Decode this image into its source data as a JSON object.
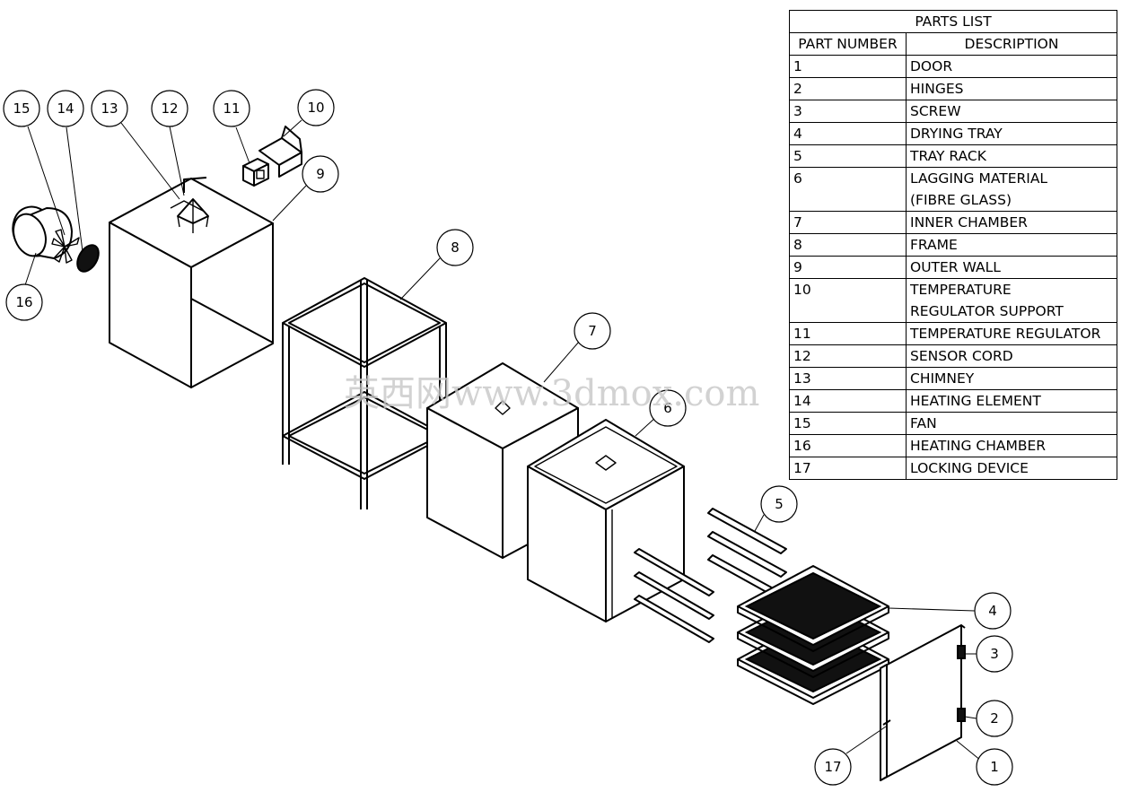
{
  "parts_list": {
    "title": "PARTS LIST",
    "headers": [
      "PART NUMBER",
      "DESCRIPTION"
    ],
    "rows": [
      {
        "number": "1",
        "description": [
          "DOOR"
        ]
      },
      {
        "number": "2",
        "description": [
          "HINGES"
        ]
      },
      {
        "number": "3",
        "description": [
          "SCREW"
        ]
      },
      {
        "number": "4",
        "description": [
          "DRYING TRAY"
        ]
      },
      {
        "number": "5",
        "description": [
          "TRAY RACK"
        ]
      },
      {
        "number": "6",
        "description": [
          "LAGGING MATERIAL",
          "(FIBRE GLASS)"
        ]
      },
      {
        "number": "7",
        "description": [
          "INNER CHAMBER"
        ]
      },
      {
        "number": "8",
        "description": [
          "FRAME"
        ]
      },
      {
        "number": "9",
        "description": [
          "OUTER WALL"
        ]
      },
      {
        "number": "10",
        "description": [
          "TEMPERATURE",
          "REGULATOR SUPPORT"
        ]
      },
      {
        "number": "11",
        "description": [
          "TEMPERATURE REGULATOR"
        ]
      },
      {
        "number": "12",
        "description": [
          "SENSOR CORD"
        ]
      },
      {
        "number": "13",
        "description": [
          "CHIMNEY"
        ]
      },
      {
        "number": "14",
        "description": [
          "HEATING ELEMENT"
        ]
      },
      {
        "number": "15",
        "description": [
          "FAN"
        ]
      },
      {
        "number": "16",
        "description": [
          "HEATING CHAMBER"
        ]
      },
      {
        "number": "17",
        "description": [
          "LOCKING DEVICE"
        ]
      }
    ]
  },
  "balloons": {
    "b1": "1",
    "b2": "2",
    "b3": "3",
    "b4": "4",
    "b5": "5",
    "b6": "6",
    "b7": "7",
    "b8": "8",
    "b9": "9",
    "b10": "10",
    "b11": "11",
    "b12": "12",
    "b13": "13",
    "b14": "14",
    "b15": "15",
    "b16": "16",
    "b17": "17"
  },
  "watermark": "英西网www.3dmox.com"
}
